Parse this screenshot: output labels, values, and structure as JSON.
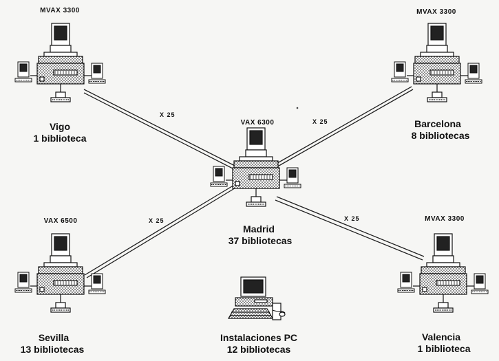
{
  "nodes": {
    "vigo": {
      "system": "MVAX 3300",
      "city": "Vigo",
      "count": "1 biblioteca"
    },
    "barcelona": {
      "system": "MVAX 3300",
      "city": "Barcelona",
      "count": "8 bibliotecas"
    },
    "madrid": {
      "system": "VAX 6300",
      "city": "Madrid",
      "count": "37 bibliotecas"
    },
    "sevilla": {
      "system": "VAX 6500",
      "city": "Sevilla",
      "count": "13 bibliotecas"
    },
    "valencia": {
      "system": "MVAX 3300",
      "city": "Valencia",
      "count": "1 biblioteca"
    },
    "pc": {
      "system": "",
      "city": "Instalaciones PC",
      "count": "12 bibliotecas"
    }
  },
  "links": {
    "vigo_madrid": "X 25",
    "barcelona_madrid": "X 25",
    "sevilla_madrid": "X 25",
    "valencia_madrid": "X 25"
  }
}
